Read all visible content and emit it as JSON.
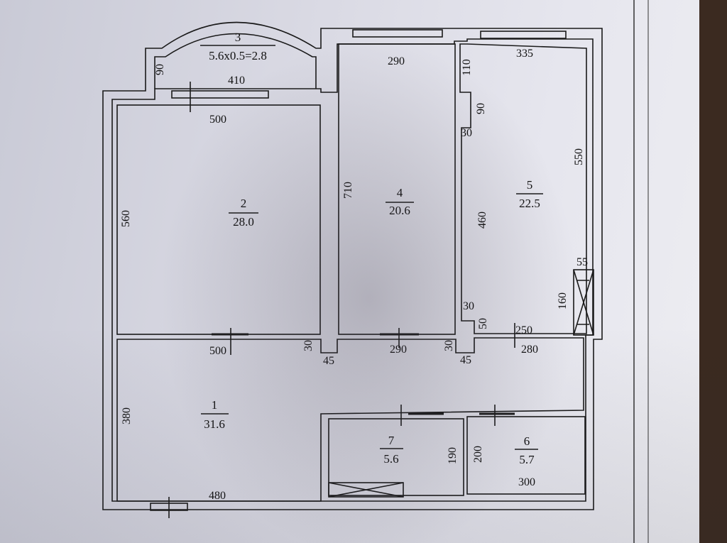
{
  "rooms": [
    {
      "number": "1",
      "area": "31.6"
    },
    {
      "number": "2",
      "area": "28.0"
    },
    {
      "number": "3",
      "area": "5.6x0.5=2.8"
    },
    {
      "number": "4",
      "area": "20.6"
    },
    {
      "number": "5",
      "area": "22.5"
    },
    {
      "number": "6",
      "area": "5.7"
    },
    {
      "number": "7",
      "area": "5.6"
    }
  ],
  "dimensions": {
    "balcony_side": "90",
    "balcony_width": "410",
    "room2_top": "500",
    "room2_side": "560",
    "room2_bottom": "500",
    "room4_top": "290",
    "room4_side": "710",
    "room4_bottom": "290",
    "room5_top": "335",
    "room5_notch_top": "110",
    "room5_notch_mid": "90",
    "room5_notch_small": "30",
    "room5_left": "460",
    "room5_right": "550",
    "room5_shaft_w": "55",
    "room5_shaft_h": "160",
    "room5_low_left": "30",
    "room5_low_step": "50",
    "room5_bottom": "250",
    "wall_a": "30",
    "wall_b": "45",
    "wall_c": "30",
    "wall_d": "45",
    "hall_right": "280",
    "room1_side": "380",
    "room1_bottom": "480",
    "room7_side": "190",
    "room6_side": "200",
    "room6_bottom": "300"
  }
}
